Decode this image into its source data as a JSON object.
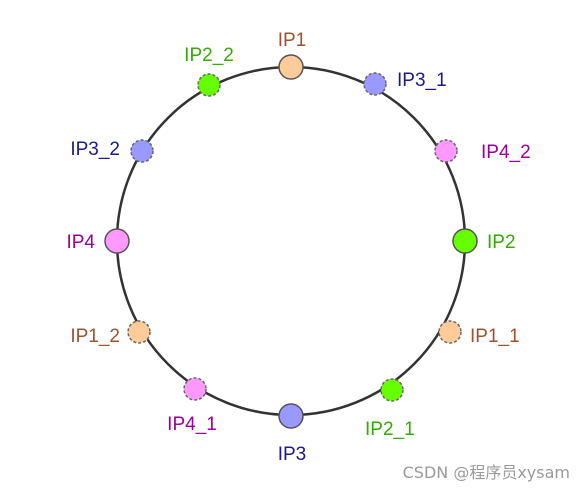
{
  "nodes": [
    {
      "id": "ip1",
      "label": "IP1",
      "virtual": false,
      "fill": "#ffcc99",
      "text_color": "#a0522d"
    },
    {
      "id": "ip3_1",
      "label": "IP3_1",
      "virtual": true,
      "fill": "#9999ff",
      "text_color": "#1a1a8c"
    },
    {
      "id": "ip4_2",
      "label": "IP4_2",
      "virtual": true,
      "fill": "#ff99ff",
      "text_color": "#990099"
    },
    {
      "id": "ip2",
      "label": "IP2",
      "virtual": false,
      "fill": "#66ff00",
      "text_color": "#33aa00"
    },
    {
      "id": "ip1_1",
      "label": "IP1_1",
      "virtual": true,
      "fill": "#ffcc99",
      "text_color": "#a0522d"
    },
    {
      "id": "ip2_1",
      "label": "IP2_1",
      "virtual": true,
      "fill": "#66ff00",
      "text_color": "#33aa00"
    },
    {
      "id": "ip3",
      "label": "IP3",
      "virtual": false,
      "fill": "#9999ff",
      "text_color": "#1a1a8c"
    },
    {
      "id": "ip4_1",
      "label": "IP4_1",
      "virtual": true,
      "fill": "#ff99ff",
      "text_color": "#990099"
    },
    {
      "id": "ip1_2",
      "label": "IP1_2",
      "virtual": true,
      "fill": "#ffcc99",
      "text_color": "#a0522d"
    },
    {
      "id": "ip4",
      "label": "IP4",
      "virtual": false,
      "fill": "#ff99ff",
      "text_color": "#990099"
    },
    {
      "id": "ip3_2",
      "label": "IP3_2",
      "virtual": true,
      "fill": "#9999ff",
      "text_color": "#1a1a8c"
    },
    {
      "id": "ip2_2",
      "label": "IP2_2",
      "virtual": true,
      "fill": "#66ff00",
      "text_color": "#33aa00"
    }
  ],
  "ring_color": "#333333",
  "watermark": "CSDN @程序员xysam"
}
